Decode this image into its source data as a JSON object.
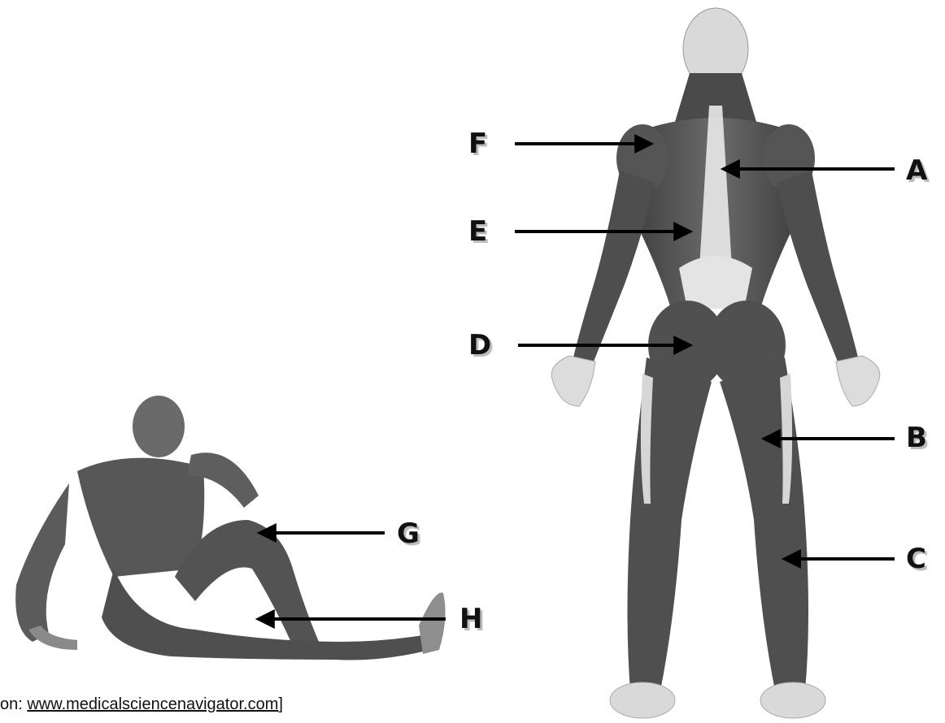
{
  "labels": {
    "A": "A",
    "B": "B",
    "C": "C",
    "D": "D",
    "E": "E",
    "F": "F",
    "G": "G",
    "H": "H"
  },
  "caption": {
    "prefix": "on: ",
    "link": "www.medicalsciencenavigator.com",
    "suffix": "]"
  },
  "colors": {
    "muscle": "#5a5a5a",
    "tendon": "#e6e6e6",
    "arrow": "#000000"
  }
}
